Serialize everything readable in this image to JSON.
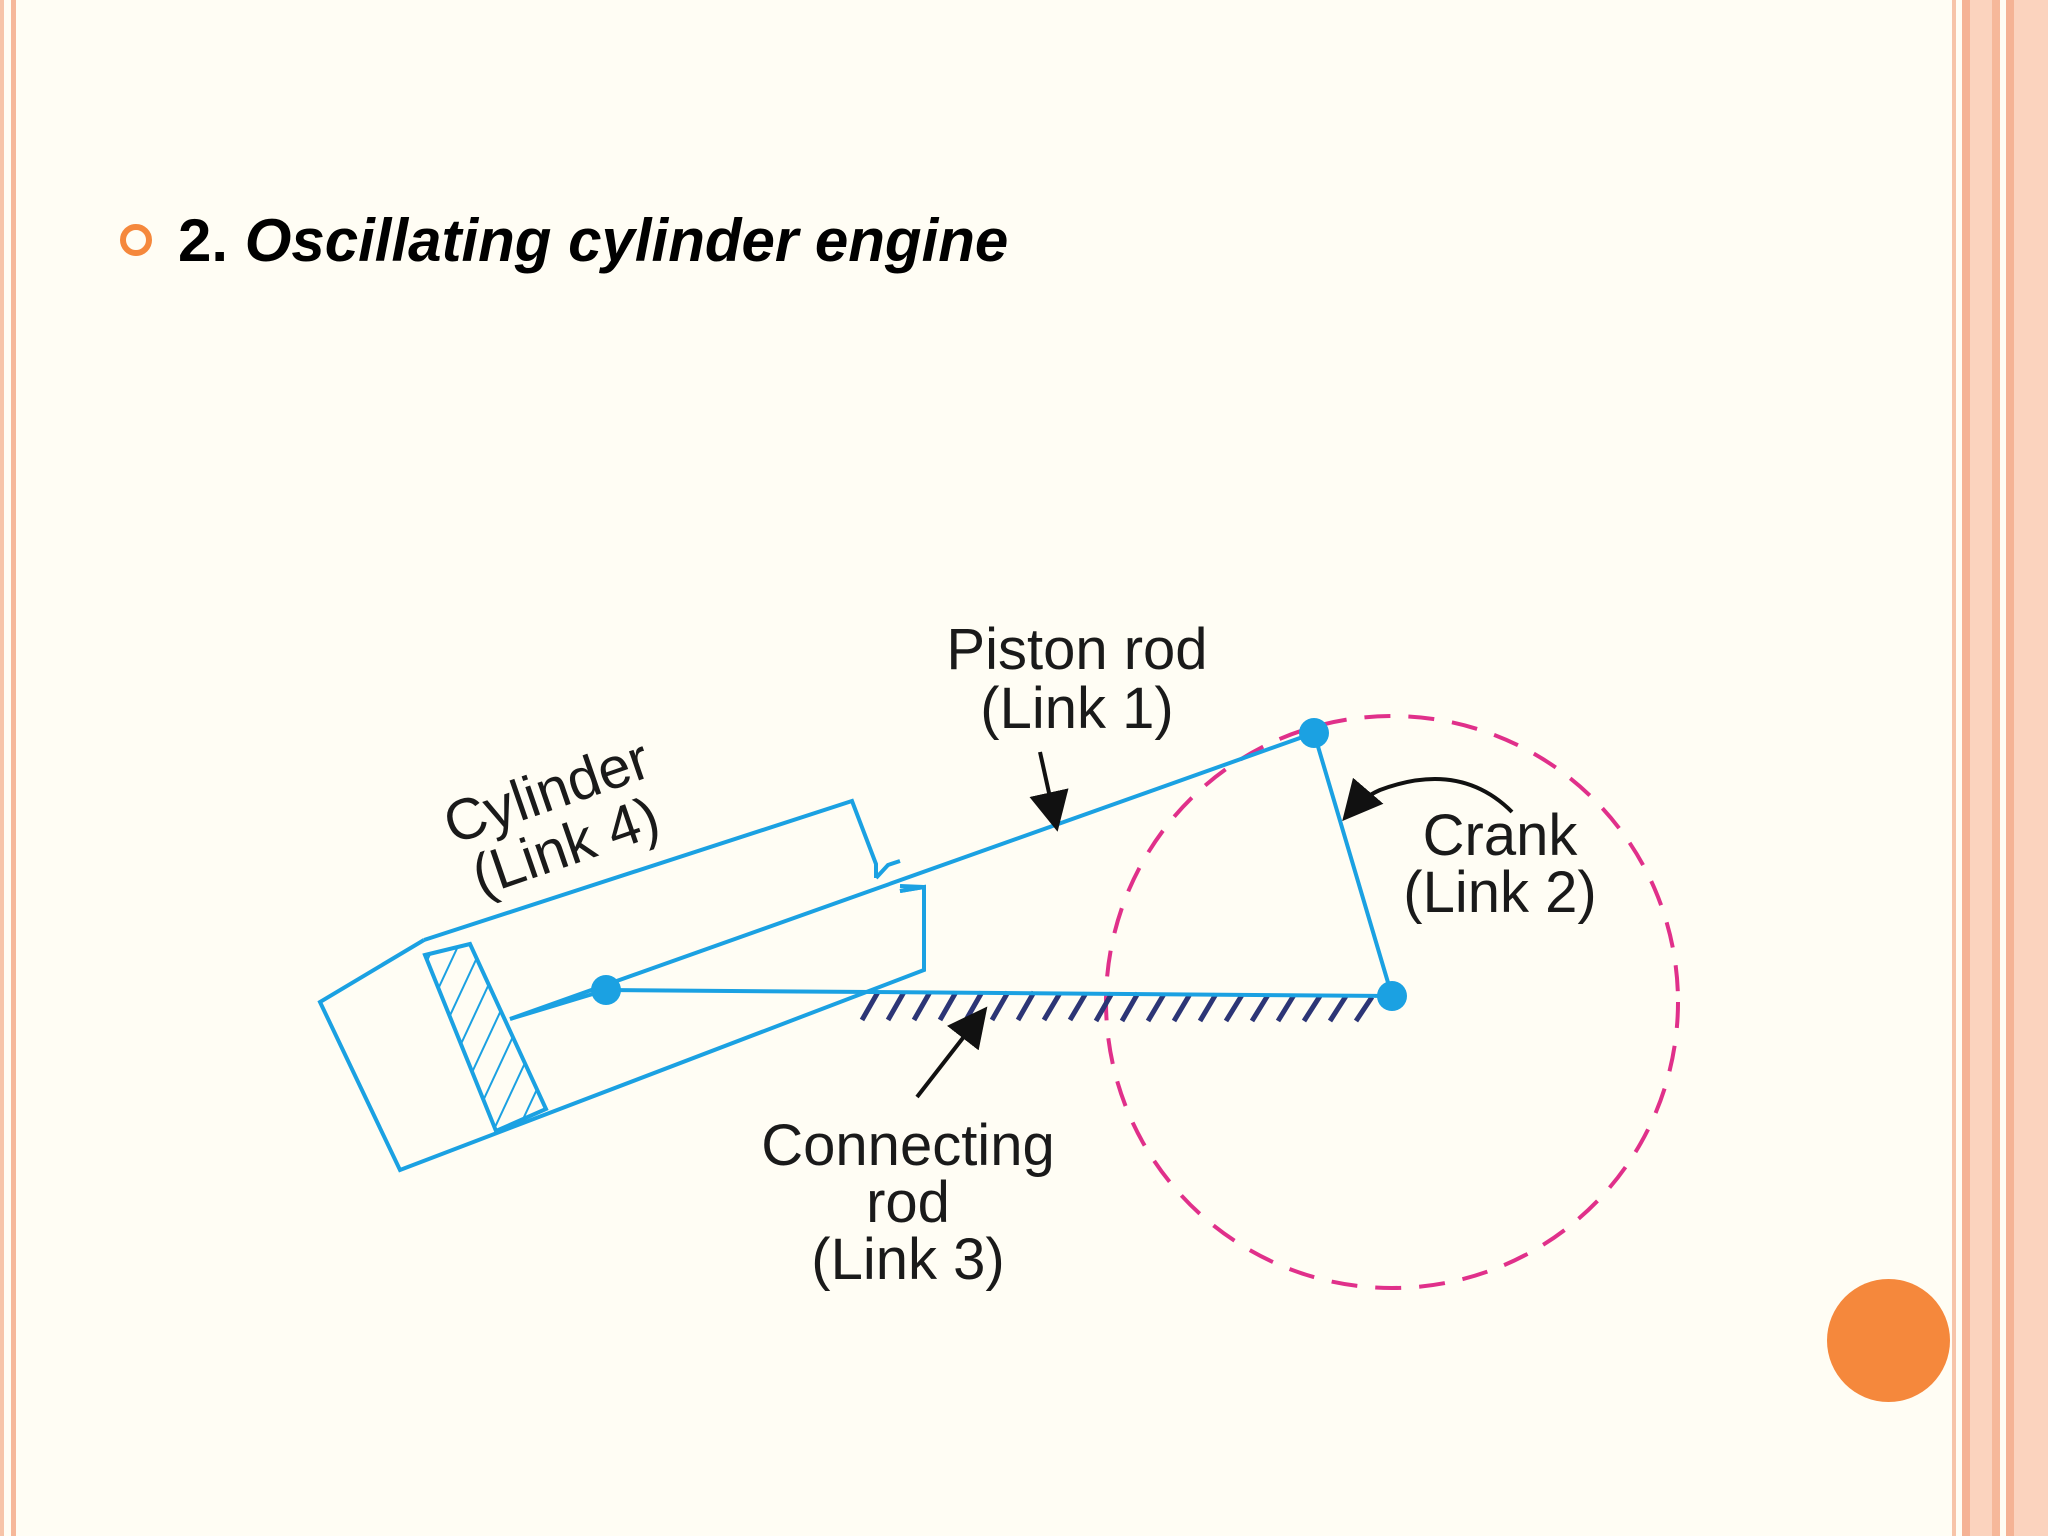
{
  "slide": {
    "title_number": "2.",
    "title_text": "Oscillating cylinder engine"
  },
  "diagram": {
    "labels": {
      "piston_rod_line1": "Piston rod",
      "piston_rod_line2": "(Link 1)",
      "cylinder_line1": "Cylinder",
      "cylinder_line2": "(Link 4)",
      "crank_line1": "Crank",
      "crank_line2": "(Link 2)",
      "connecting_rod_line1": "Connecting",
      "connecting_rod_line2": "rod",
      "connecting_rod_line3": "(Link 3)"
    },
    "colors": {
      "link": "#1ba1e2",
      "joint": "#1ba1e2",
      "crank_circle": "#e0308a",
      "ground_hatch": "#2c3576",
      "arrow": "#111111",
      "accent": "#f5883c"
    }
  }
}
